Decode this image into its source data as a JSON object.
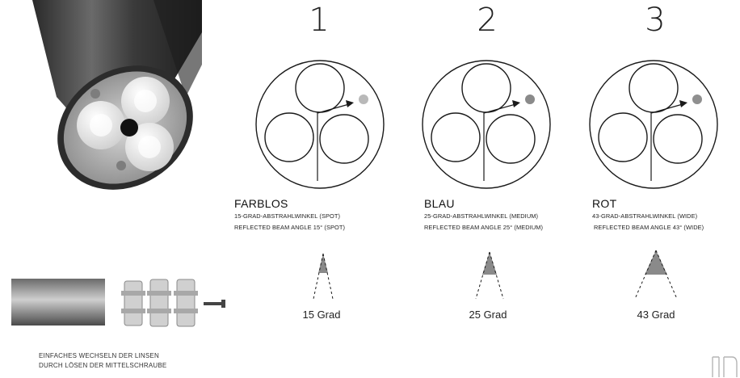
{
  "panels": [
    {
      "number": "1",
      "name": "FARBLOS",
      "line1": "15-GRAD-ABSTRAHLWINKEL (SPOT)",
      "line2": "REFLECTED BEAM ANGLE 15° (SPOT)",
      "grad": "15 Grad",
      "beam_angle_deg": 15,
      "lens_color": "#b9b9b9"
    },
    {
      "number": "2",
      "name": "BLAU",
      "line1": "25-GRAD-ABSTRAHLWINKEL (MEDIUM)",
      "line2": "REFLECTED BEAM ANGLE 25° (MEDIUM)",
      "grad": "25 Grad",
      "beam_angle_deg": 25,
      "lens_color": "#8a8a8a"
    },
    {
      "number": "3",
      "name": "ROT",
      "line1": "43-GRAD-ABSTRAHLWINKEL (WIDE)",
      "line2": "REFLECTED BEAM ANGLE 43° (WIDE)",
      "grad": "43 Grad",
      "beam_angle_deg": 43,
      "lens_color": "#8f8f8f"
    }
  ],
  "caption": {
    "line1": "EINFACHES WECHSELN DER LINSEN",
    "line2": "DURCH LÖSEN DER MITTELSCHRAUBE"
  },
  "colors": {
    "beam_fill": "#8a8a8a",
    "outline": "#1a1a1a"
  }
}
